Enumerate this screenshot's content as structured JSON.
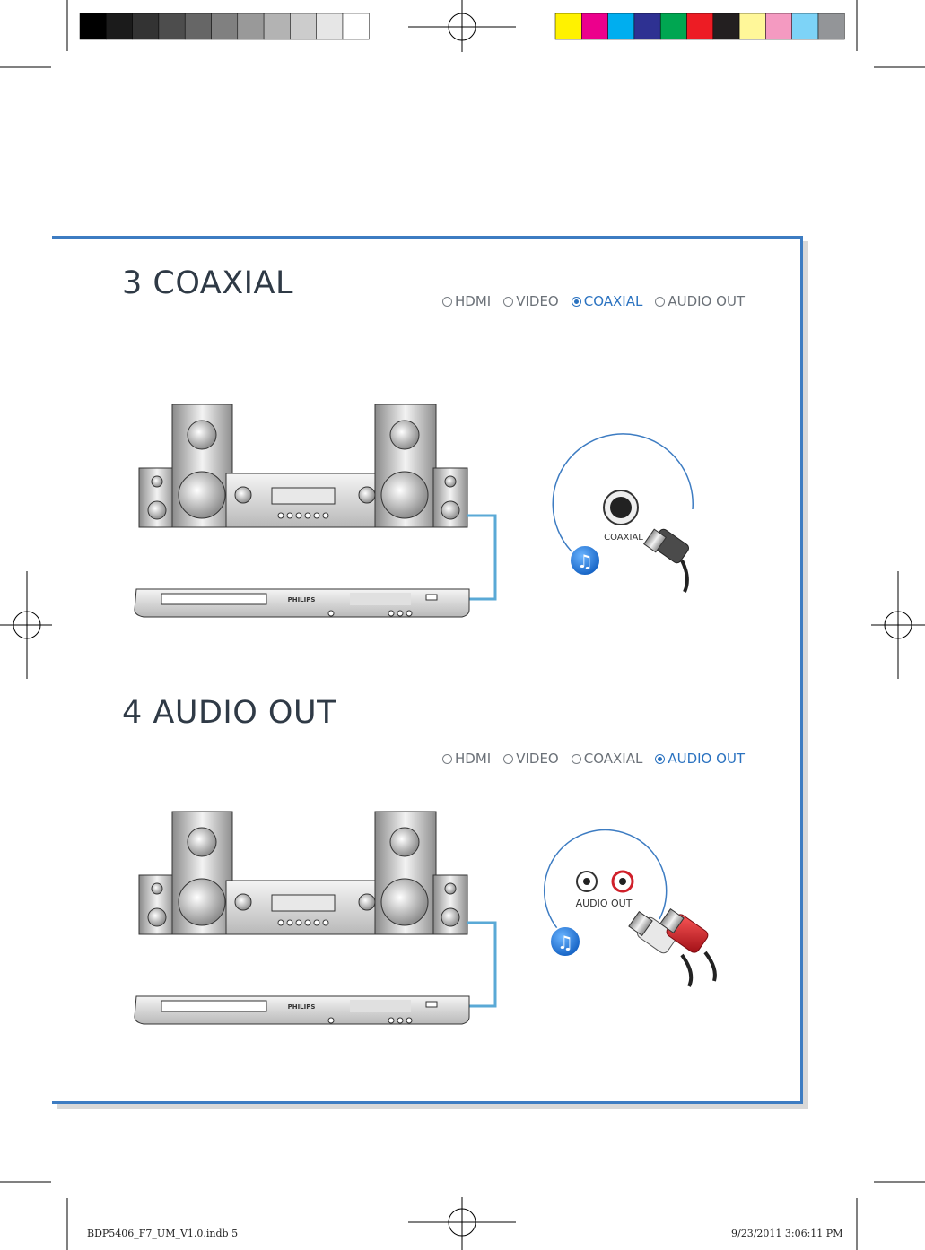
{
  "print_marks": {
    "grayscale_bar": [
      "#000000",
      "#1b1b1b",
      "#333333",
      "#4d4d4d",
      "#666666",
      "#808080",
      "#999999",
      "#b3b3b3",
      "#cccccc",
      "#e6e6e6",
      "#ffffff"
    ],
    "color_bar": [
      "#fff200",
      "#ec008c",
      "#00aeef",
      "#2e3192",
      "#00a651",
      "#ed1c24",
      "#231f20",
      "#fff799",
      "#f49ac1",
      "#7dd3f7",
      "#939598"
    ]
  },
  "sections": [
    {
      "title": "3 COAXIAL",
      "options": [
        {
          "label": "HDMI",
          "selected": false
        },
        {
          "label": "VIDEO",
          "selected": false
        },
        {
          "label": "COAXIAL",
          "selected": true
        },
        {
          "label": "AUDIO OUT",
          "selected": false
        }
      ],
      "connector_label": "COAXIAL",
      "player_brand": "PHILIPS"
    },
    {
      "title": "4  AUDIO OUT",
      "options": [
        {
          "label": "HDMI",
          "selected": false
        },
        {
          "label": "VIDEO",
          "selected": false
        },
        {
          "label": "COAXIAL",
          "selected": false
        },
        {
          "label": "AUDIO OUT",
          "selected": true
        }
      ],
      "connector_label": "AUDIO OUT",
      "player_brand": "PHILIPS"
    }
  ],
  "colors": {
    "accent": "#3d7cc2",
    "cable": "#5aa9d6",
    "plug_red": "#d0202a"
  },
  "footer": {
    "file": "BDP5406_F7_UM_V1.0.indb   5",
    "timestamp": "9/23/2011   3:06:11 PM"
  }
}
